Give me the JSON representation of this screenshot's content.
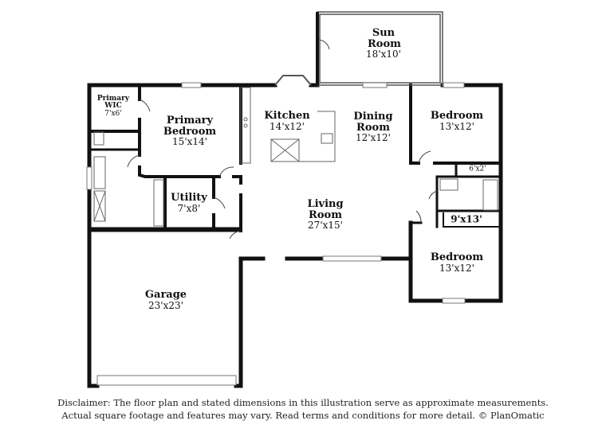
{
  "rooms": {
    "sun_room": {
      "name": "Sun Room",
      "dim": "18'x10'"
    },
    "primary_wic": {
      "name": "Primary WIC",
      "dim": "7'x6'"
    },
    "primary_bedroom": {
      "name": "Primary Bedroom",
      "dim": "15'x14'"
    },
    "kitchen": {
      "name": "Kitchen",
      "dim": "14'x12'"
    },
    "dining_room": {
      "name": "Dining Room",
      "dim": "12'x12'"
    },
    "bedroom_upper": {
      "name": "Bedroom",
      "dim": "13'x12'"
    },
    "closet": {
      "dim": "6'x2'"
    },
    "utility": {
      "name": "Utility",
      "dim": "7'x8'"
    },
    "living_room": {
      "name": "Living Room",
      "dim": "27'x15'"
    },
    "bath2": {
      "dim": "9'x13'"
    },
    "bedroom_lower": {
      "name": "Bedroom",
      "dim": "13'x12'"
    },
    "garage": {
      "name": "Garage",
      "dim": "23'x23'"
    }
  },
  "disclaimer": {
    "line1": "Disclaimer: The floor plan and stated dimensions in this illustration serve as approximate measurements.",
    "line2": "Actual square footage and features may vary. Read terms and conditions for more detail. © PlanOmatic"
  }
}
